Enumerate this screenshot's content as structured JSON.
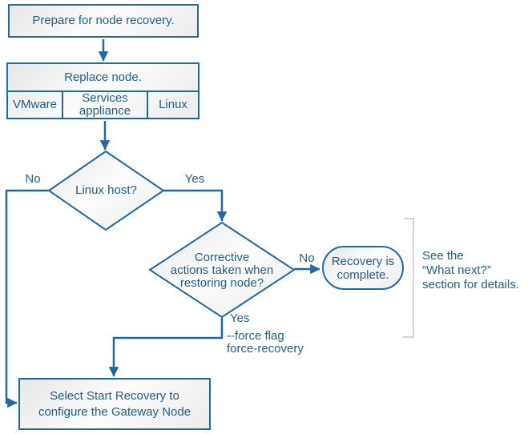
{
  "colors": {
    "line": "#2369a1",
    "text": "#235d8c",
    "bracket": "#d4d4d4"
  },
  "flow": {
    "prepare": {
      "label": "Prepare for node recovery."
    },
    "replace": {
      "label": "Replace node.",
      "platforms": [
        "VMware",
        "Services appliance",
        "Linux"
      ]
    },
    "linux_host": {
      "question": "Linux host?",
      "no": "No",
      "yes": "Yes"
    },
    "corrective": {
      "question_lines": [
        "Corrective",
        "actions taken when",
        "restoring node?"
      ],
      "no": "No",
      "yes": "Yes",
      "yes_detail_lines": [
        "--force flag",
        "force-recovery"
      ]
    },
    "recovery_complete": {
      "label_lines": [
        "Recovery is",
        "complete."
      ]
    },
    "start_recovery": {
      "label_lines": [
        "Select Start Recovery to",
        "configure the Gateway Node"
      ]
    },
    "note": {
      "lines": [
        "See the",
        "“What next?”",
        "section for details."
      ]
    }
  }
}
